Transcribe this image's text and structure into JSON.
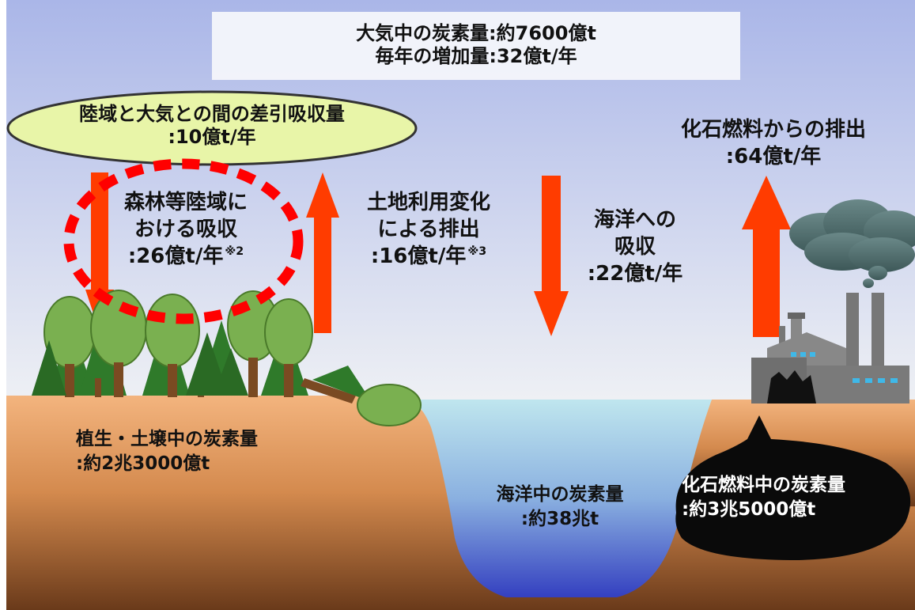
{
  "atmosphere": {
    "line1": "大気中の炭素量:約7600億t",
    "line2": "毎年の増加量:32億t/年"
  },
  "land_net": {
    "line1": "陸域と大気との間の差引吸収量",
    "line2": ":10億t/年"
  },
  "forest_absorption": {
    "line1": "森林等陸域に",
    "line2": "おける吸収",
    "line3": ":26億t/年",
    "note": "※2"
  },
  "land_use": {
    "line1": "土地利用変化",
    "line2": "による排出",
    "line3": ":16億t/年",
    "note": "※3"
  },
  "ocean_absorption": {
    "line1": "海洋への",
    "line2": "吸収",
    "line3": ":22億t/年"
  },
  "fossil_emission": {
    "line1": "化石燃料からの排出",
    "line2": ":64億t/年"
  },
  "vegetation_soil": {
    "line1": "植生・土壌中の炭素量",
    "line2": ":約2兆3000億t"
  },
  "ocean_carbon": {
    "line1": "海洋中の炭素量",
    "line2": ":約38兆t"
  },
  "fossil_reserve": {
    "line1": "化石燃料中の炭素量",
    "line2": ":約3兆5000億t"
  },
  "colors": {
    "arrow": "#ff3c00",
    "highlight_circle": "#ff0000",
    "sky_top": "#aab6e8",
    "sky_bottom": "#eef0f4",
    "soil_top": "#f3b47e",
    "soil_bottom": "#6a3a1a",
    "ocean_top": "#bfe6ee",
    "ocean_bottom": "#3440c0",
    "ellipse_fill": "#e8f5a8",
    "tree_deciduous": "#7ab050",
    "tree_conifer": "#2f7a2a",
    "factory": "#777777",
    "smoke": "#4f7070"
  }
}
